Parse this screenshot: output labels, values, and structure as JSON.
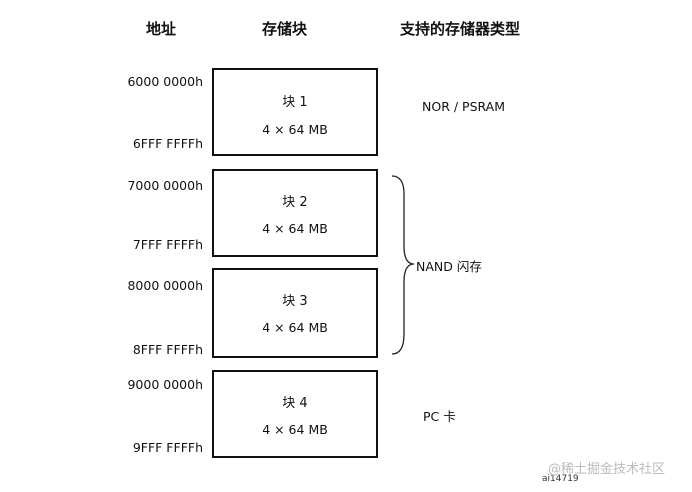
{
  "headers": {
    "address": "地址",
    "block": "存储块",
    "memory_type": "支持的存储器类型"
  },
  "blocks": [
    {
      "name": "块 1",
      "size": "4 × 64 MB",
      "start": "6000 0000h",
      "end": "6FFF FFFFh"
    },
    {
      "name": "块 2",
      "size": "4 × 64 MB",
      "start": "7000 0000h",
      "end": "7FFF FFFFh"
    },
    {
      "name": "块 3",
      "size": "4 × 64 MB",
      "start": "8000 0000h",
      "end": "8FFF FFFFh"
    },
    {
      "name": "块 4",
      "size": "4 × 64 MB",
      "start": "9000 0000h",
      "end": "9FFF FFFFh"
    }
  ],
  "memory_types": {
    "nor_psram": "NOR /  PSRAM",
    "nand": "NAND 闪存",
    "pc_card": "PC 卡"
  },
  "figure_id": "ai14719",
  "watermark": "@稀土掘金技术社区"
}
